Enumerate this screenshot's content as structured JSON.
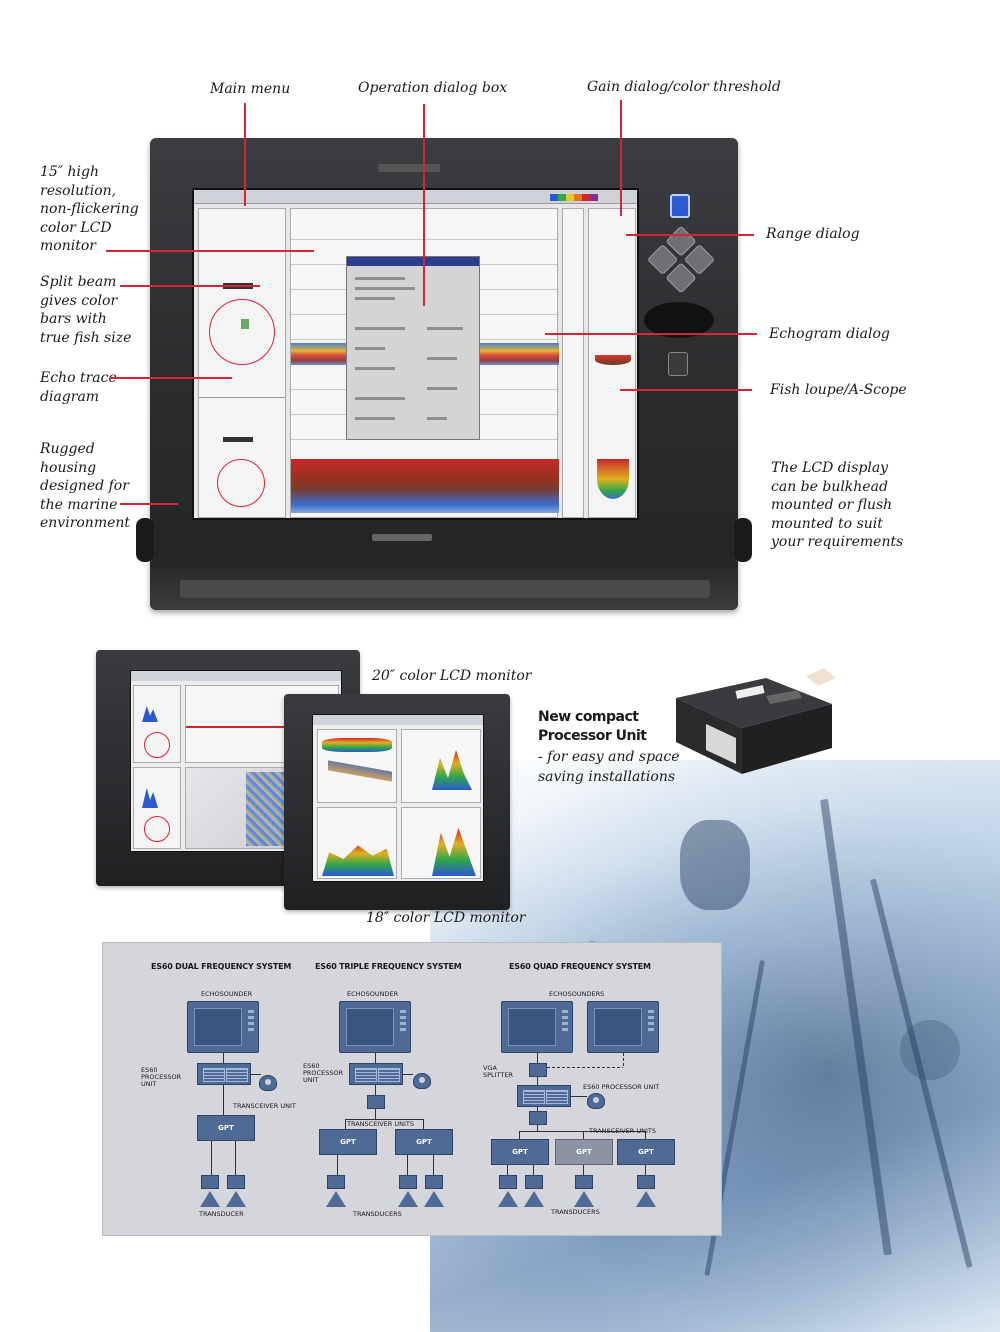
{
  "callouts": {
    "main_menu": "Main menu",
    "operation_dialog": "Operation dialog box",
    "gain_dialog": "Gain dialog/color threshold",
    "lcd_monitor": [
      "15″ high",
      "resolution,",
      "non-flickering",
      "color LCD",
      "monitor"
    ],
    "split_beam": [
      "Split beam",
      "gives color",
      "bars with",
      "true fish size"
    ],
    "echo_trace": [
      "Echo trace",
      "diagram"
    ],
    "rugged_housing": [
      "Rugged",
      "housing",
      "designed for",
      "the marine",
      "environment"
    ],
    "range_dialog": "Range dialog",
    "echogram_dialog": "Echogram dialog",
    "fish_loupe": "Fish loupe/A-Scope",
    "lcd_mounting": [
      "The LCD display",
      "can be bulkhead",
      "mounted or flush",
      "mounted to suit",
      "your requirements"
    ]
  },
  "captions": {
    "monitor_20": "20″ color LCD monitor",
    "monitor_18": "18″ color LCD monitor",
    "processor_title": [
      "New compact",
      "Processor Unit"
    ],
    "processor_sub": [
      "- for easy and space",
      "saving installations"
    ]
  },
  "diagram": {
    "dual": {
      "title": "ES60 DUAL FREQUENCY SYSTEM",
      "echosounder": "ECHOSOUNDER",
      "processor": [
        "ES60",
        "PROCESSOR",
        "UNIT"
      ],
      "transceiver": "TRANSCEIVER UNIT",
      "gpt": "GPT",
      "transducer": "TRANSDUCER"
    },
    "triple": {
      "title": "ES60 TRIPLE FREQUENCY SYSTEM",
      "echosounder": "ECHOSOUNDER",
      "processor": [
        "ES60",
        "PROCESSOR",
        "UNIT"
      ],
      "transceivers": "TRANSCEIVER UNITS",
      "gpt1": "GPT",
      "gpt2": "GPT",
      "transducers": "TRANSDUCERS"
    },
    "quad": {
      "title": "ES60 QUAD FREQUENCY SYSTEM",
      "echosounders": "ECHOSOUNDERS",
      "vga": [
        "VGA",
        "SPLITTER"
      ],
      "processor": "ES60 PROCESSOR UNIT",
      "transceivers": "TRANSCEIVER UNITS",
      "gpt1": "GPT",
      "gpt2": "GPT",
      "gpt3": "GPT",
      "transducers": "TRANSDUCERS"
    }
  },
  "colors": {
    "callout_line": "#d8243a",
    "diagram_unit": "#4f6a95",
    "diagram_bg": "#d5d6dc"
  }
}
